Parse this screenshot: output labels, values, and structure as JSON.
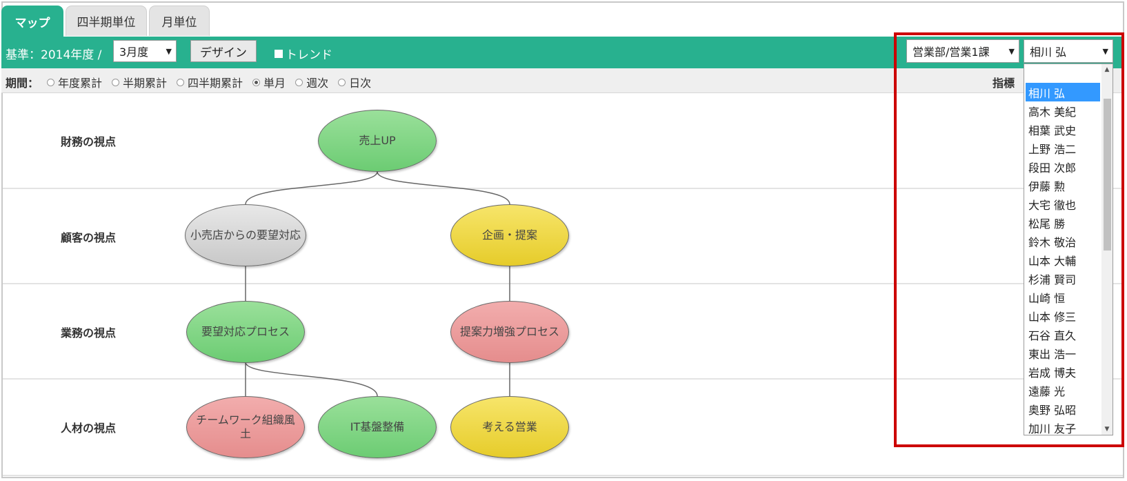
{
  "tabs": [
    {
      "label": "マップ",
      "active": true
    },
    {
      "label": "四半期単位",
      "active": false
    },
    {
      "label": "月単位",
      "active": false
    }
  ],
  "toolbar": {
    "base_label": "基準：2014年度 /",
    "month_select": "3月度",
    "design_button": "デザイン",
    "trend_label": "トレンド",
    "department_select": "営業部/営業1課",
    "person_select": "相川 弘"
  },
  "period": {
    "label": "期間：",
    "options": [
      {
        "label": "年度累計",
        "selected": false
      },
      {
        "label": "半期累計",
        "selected": false
      },
      {
        "label": "四半期累計",
        "selected": false
      },
      {
        "label": "単月",
        "selected": true
      },
      {
        "label": "週次",
        "selected": false
      },
      {
        "label": "日次",
        "selected": false
      }
    ],
    "indicator_label": "指標"
  },
  "perspectives": [
    "財務の視点",
    "顧客の視点",
    "業務の視点",
    "人材の視点"
  ],
  "nodes": {
    "sales_up": {
      "label": "売上UP",
      "color": "green"
    },
    "retailer_requests": {
      "label": "小売店からの要望対応",
      "color": "gray"
    },
    "planning_proposal": {
      "label": "企画・提案",
      "color": "yellow"
    },
    "request_process": {
      "label": "要望対応プロセス",
      "color": "green"
    },
    "proposal_process": {
      "label": "提案力増強プロセス",
      "color": "red"
    },
    "teamwork": {
      "label": "チームワーク組織風土",
      "color": "red"
    },
    "it_infra": {
      "label": "IT基盤整備",
      "color": "green"
    },
    "thinking_sales": {
      "label": "考える営業",
      "color": "yellow"
    }
  },
  "person_list": {
    "selected": "相川 弘",
    "items": [
      "",
      "相川 弘",
      "高木 美紀",
      "相葉 武史",
      "上野 浩二",
      "段田 次郎",
      "伊藤 勲",
      "大宅 徹也",
      "松尾 勝",
      "鈴木 敬治",
      "山本 大輔",
      "杉浦 賢司",
      "山崎 恒",
      "山本 修三",
      "石谷 直久",
      "東出 浩一",
      "岩成 博夫",
      "遠藤 光",
      "奥野 弘昭",
      "加川 友子"
    ]
  },
  "colors": {
    "accent": "#28b18f",
    "highlight": "#cc0000",
    "selection": "#3399ff"
  }
}
